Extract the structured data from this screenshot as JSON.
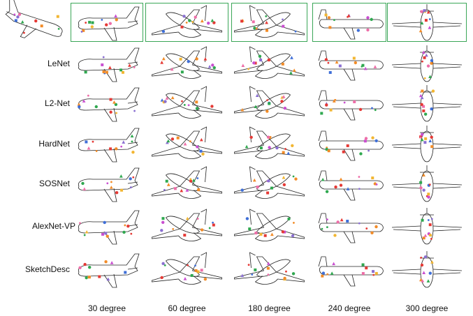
{
  "rows": [
    "",
    "LeNet",
    "L2-Net",
    "HardNet",
    "SOSNet",
    "AlexNet-VP",
    "SketchDesc"
  ],
  "columns": [
    "30 degree",
    "60 degree",
    "180 degree",
    "240 degree",
    "300 degree"
  ],
  "colors": {
    "frame": "#3aa657",
    "keypoints": [
      "#e53935",
      "#2fa84f",
      "#f28c28",
      "#3f6fd8",
      "#c94fd0",
      "#f2b632",
      "#ee6ea8",
      "#8a6fd1"
    ],
    "outline": "#222222"
  }
}
